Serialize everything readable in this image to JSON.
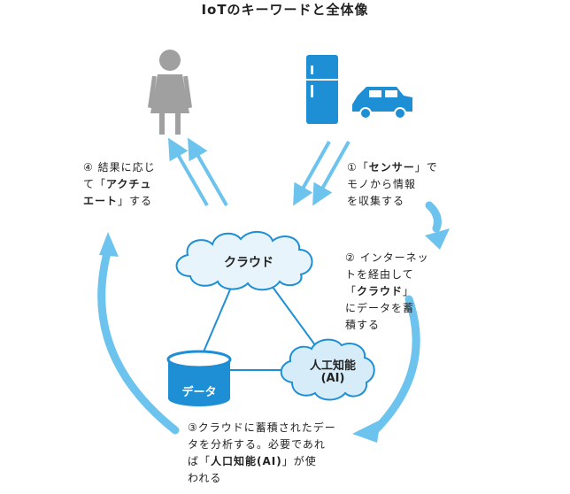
{
  "title": "IoTのキーワードと全体像",
  "nodes": {
    "cloud": "クラウド",
    "data": "データ",
    "ai_line1": "人工知能",
    "ai_line2": "(AI)"
  },
  "steps": {
    "s1": {
      "l1_pre": "①「",
      "l1_bold": "センサー",
      "l1_post": "」で",
      "l2": "モノから情報",
      "l3": "を収集する"
    },
    "s2": {
      "l1": "② インターネッ",
      "l2": "トを経由して",
      "l3_pre": "「",
      "l3_bold": "クラウド",
      "l3_post": "」",
      "l4": "にデータを蓄",
      "l5": "積する"
    },
    "s3": {
      "l1": "③クラウドに蓄積されたデー",
      "l2": "タを分析する。必要であれ",
      "l3_pre": "ば「",
      "l3_bold": "人口知能(AI)",
      "l3_post": "」が使",
      "l4": "われる"
    },
    "s4": {
      "l1": "④ 結果に応じ",
      "l2_pre": "て「",
      "l2_bold": "アクチュ",
      "l2_post": "",
      "l3_bold": "エート",
      "l3_post": "」する"
    }
  },
  "colors": {
    "accent_blue": "#1e8fd5",
    "arrow_light": "#6cc3ee",
    "cloud_fill": "#e8f4fb",
    "person_gray": "#a0a0a0"
  },
  "icons": [
    "person-icon",
    "refrigerator-icon",
    "car-icon",
    "cloud-icon",
    "database-icon"
  ]
}
